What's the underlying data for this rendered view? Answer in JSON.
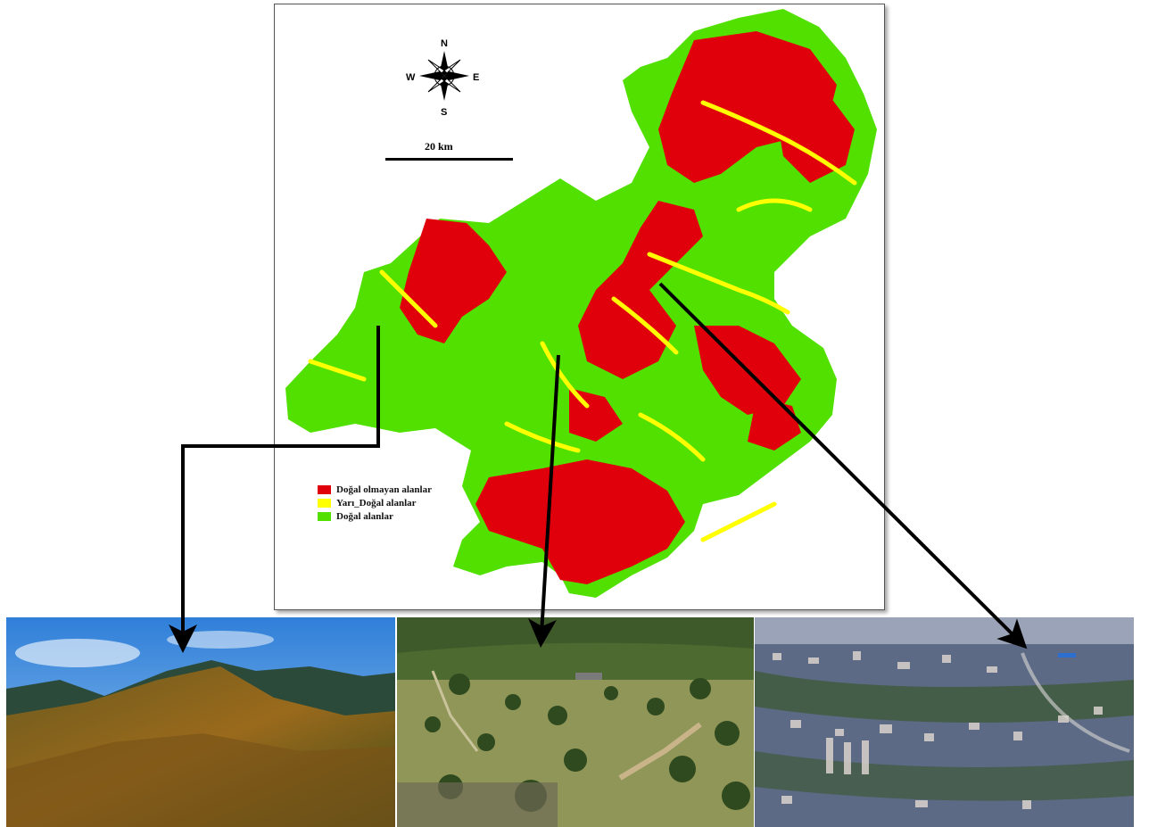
{
  "compass": {
    "n": "N",
    "e": "E",
    "s": "S",
    "w": "W"
  },
  "scale_bar": {
    "label": "20 km"
  },
  "legend": {
    "items": [
      {
        "label": "Doğal olmayan alanlar",
        "color": "#e0000b"
      },
      {
        "label": "Yarı_Doğal alanlar",
        "color": "#ffff00"
      },
      {
        "label": "Doğal alanlar",
        "color": "#52e000"
      }
    ]
  },
  "colors": {
    "arrow": "#000000",
    "frame_border": "#555555"
  },
  "photos": [
    {
      "name": "forest-mountains-photo"
    },
    {
      "name": "grassland-shrubs-photo"
    },
    {
      "name": "city-aerial-photo"
    }
  ]
}
